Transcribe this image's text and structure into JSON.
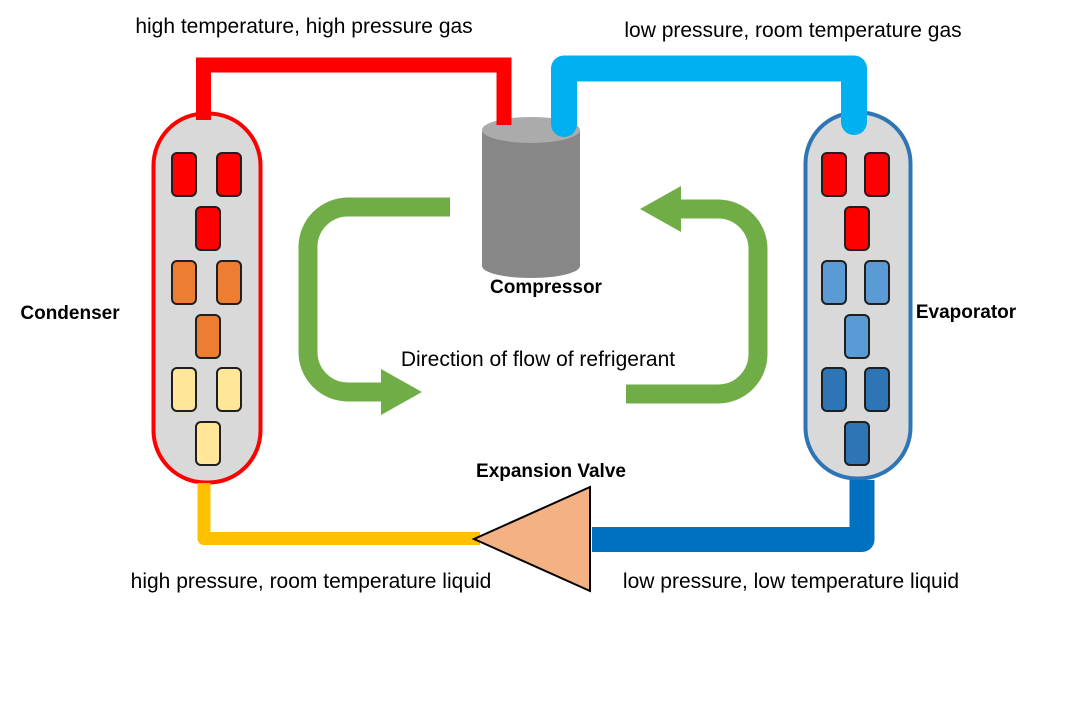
{
  "labels": {
    "top_left": "high temperature, high pressure gas",
    "top_right": "low pressure, room temperature gas",
    "condenser": "Condenser",
    "compressor": "Compressor",
    "evaporator": "Evaporator",
    "expansion_valve": "Expansion Valve",
    "flow_direction": "Direction of flow of refrigerant",
    "bottom_left": "high pressure, room temperature liquid",
    "bottom_right": "low pressure, low temperature liquid"
  },
  "colors": {
    "red_pipe": "#FF0000",
    "cyan_pipe": "#00B0F0",
    "yellow_pipe": "#FFC000",
    "blue_pipe": "#0070C0",
    "arrow_green": "#70AD47",
    "condenser_border": "#FF0000",
    "evaporator_border": "#2E75B6",
    "vessel_fill": "#D9D9D9",
    "valve_fill": "#F4B183",
    "valve_border": "#000000",
    "compressor_body": "#878787",
    "compressor_top": "#ABABAB",
    "blocks": {
      "red": "#FF0000",
      "orange": "#ED7D31",
      "pale_yellow": "#FFE699",
      "light_blue": "#5B9BD5",
      "dark_blue": "#2E75B6"
    }
  },
  "condenser": {
    "blocks": [
      [
        "red",
        "red"
      ],
      [
        "red"
      ],
      [
        "orange",
        "orange"
      ],
      [
        "orange"
      ],
      [
        "pale_yellow",
        "pale_yellow"
      ],
      [
        "pale_yellow"
      ]
    ]
  },
  "evaporator": {
    "blocks": [
      [
        "red",
        "red"
      ],
      [
        "red"
      ],
      [
        "light_blue",
        "light_blue"
      ],
      [
        "light_blue"
      ],
      [
        "dark_blue",
        "dark_blue"
      ],
      [
        "dark_blue"
      ]
    ]
  }
}
